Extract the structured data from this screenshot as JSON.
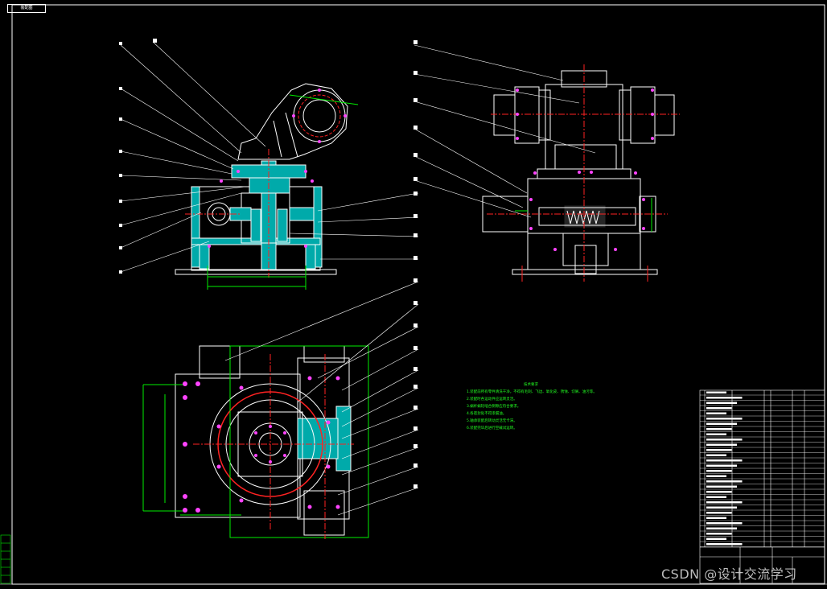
{
  "drawing": {
    "title_tag": "装配图",
    "watermark": "CSDN @设计交流学习",
    "notes_title": "技术要求",
    "notes": [
      "1.装配前所有零件清洗干净，不得有毛刺、飞边、氧化皮、锈蚀、切屑、油污等。",
      "2.装配时各运动件应运转灵活。",
      "3.蜗杆蜗轮啮合侧隙应符合要求。",
      "4.各密封处不得渗漏油。",
      "5.轴承装配后转动灵活无卡滞。",
      "6.装配完毕后进行空载试运转。"
    ],
    "colors": {
      "background": "#000000",
      "outline": "#ffffff",
      "section_fill": "#00a0a0",
      "center_line": "#ff2020",
      "dimension": "#00e000",
      "bolt": "#ff40ff"
    }
  }
}
